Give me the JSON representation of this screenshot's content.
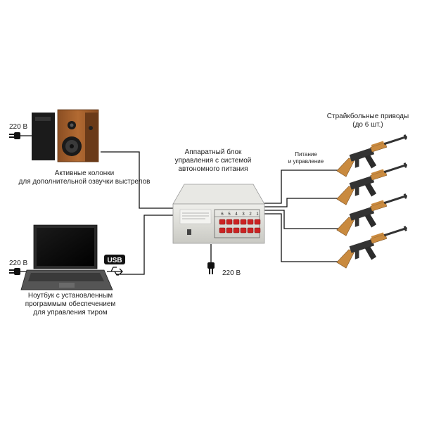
{
  "speakers": {
    "caption_line1": "Активные колонки",
    "caption_line2": "для дополнительной озвучки выстрелов",
    "power": "220 В"
  },
  "laptop": {
    "caption_line1": "Ноутбук с установленным",
    "caption_line2": "программым обеспечением",
    "caption_line3": "для управления тиром",
    "power": "220 В",
    "usb_badge": "USB"
  },
  "control_unit": {
    "caption_line1": "Аппаратный блок",
    "caption_line2": "управления с системой",
    "caption_line3": "автономного питания",
    "power": "220 В",
    "channel_numbers": [
      "6",
      "5",
      "4",
      "3",
      "2",
      "1"
    ]
  },
  "drives": {
    "caption_line1": "Страйкбольные приводы",
    "caption_line2": "(до 6 шт.)",
    "link_label_line1": "Питание",
    "link_label_line2": "и управление",
    "count_shown": 4
  },
  "colors": {
    "wood": "#c98a3f",
    "metal": "#3a3a3a",
    "cable": "#111111",
    "unit_body": "#dcdcd6",
    "button_red": "#cc2222"
  }
}
